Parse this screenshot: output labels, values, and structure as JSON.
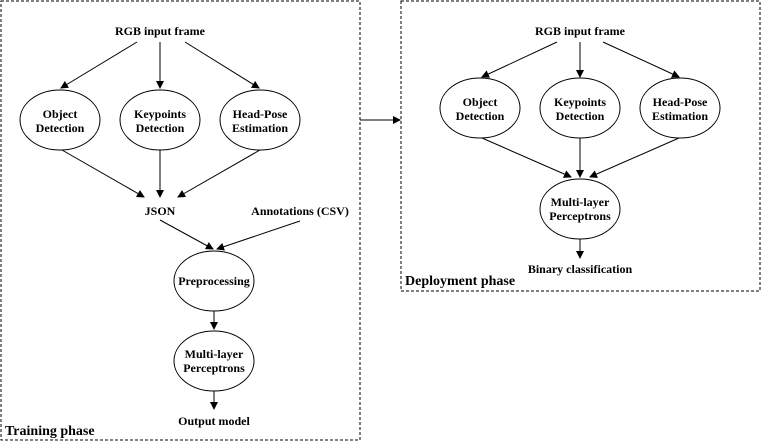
{
  "training": {
    "phase_label": "Training phase",
    "input_label": "RGB input frame",
    "object_detection": [
      "Object",
      "Detection"
    ],
    "keypoints_detection": [
      "Keypoints",
      "Detection"
    ],
    "head_pose": [
      "Head-Pose",
      "Estimation"
    ],
    "json_label": "JSON",
    "annotations_label": "Annotations (CSV)",
    "preprocessing_label": "Preprocessing",
    "mlp": [
      "Multi-layer",
      "Perceptrons"
    ],
    "output_label": "Output model"
  },
  "deployment": {
    "phase_label": "Deployment phase",
    "input_label": "RGB input frame",
    "object_detection": [
      "Object",
      "Detection"
    ],
    "keypoints_detection": [
      "Keypoints",
      "Detection"
    ],
    "head_pose": [
      "Head-Pose",
      "Estimation"
    ],
    "mlp": [
      "Multi-layer",
      "Perceptrons"
    ],
    "output_label": "Binary classification"
  }
}
